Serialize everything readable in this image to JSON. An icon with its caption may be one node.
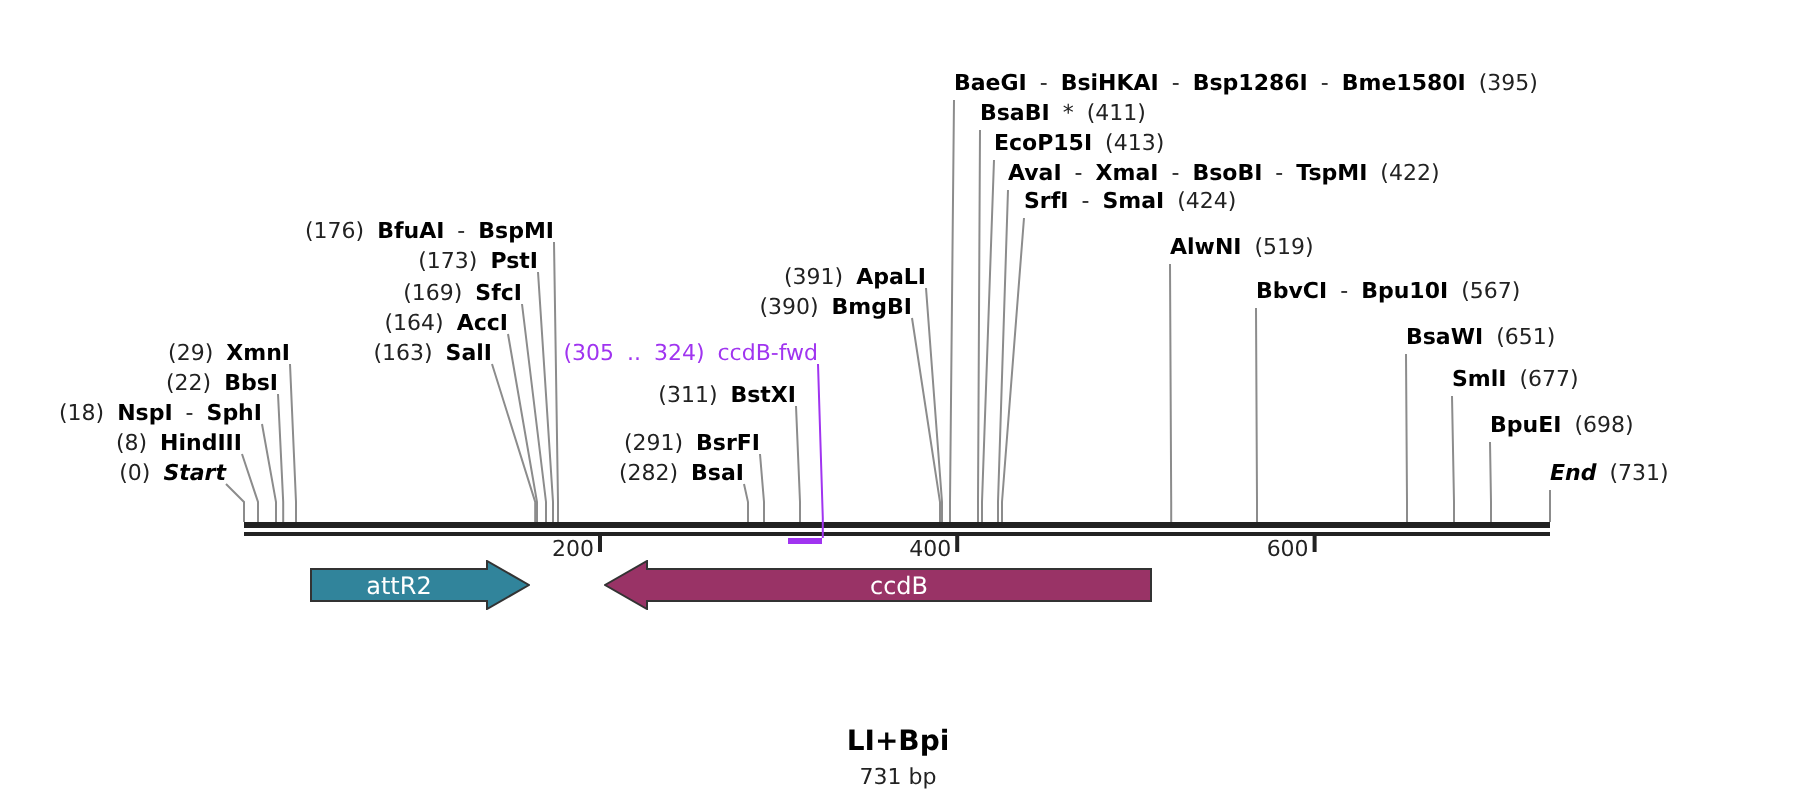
{
  "diagram": {
    "title": "LI+Bpi",
    "caption": "731 bp",
    "nodes": [
      {
        "text": [
          "(0) **Start**"
        ]
      },
      {
        "text": [
          "(8) **HindIII**"
        ]
      },
      {
        "text": [
          "(18) **NspI** - **SphI**"
        ]
      },
      {
        "text": [
          "(22) **BbsI**"
        ]
      },
      {
        "text": [
          "(29) **XmnI**"
        ]
      },
      {
        "text": [
          "(163) **SalI**"
        ]
      },
      {
        "text": [
          "(164) **AccI**"
        ]
      },
      {
        "text": [
          "(169) **SfcI**"
        ]
      },
      {
        "text": [
          "(173) **PstI**"
        ]
      },
      {
        "text": [
          "(176) **BfuAI** - **BspMI**"
        ]
      },
      {
        "text": [
          "(282) **BsaI**"
        ]
      },
      {
        "text": [
          "(291) **BsrFI**"
        ]
      },
      {
        "text": [
          "(305 .. 324) ccdB-fwd"
        ]
      },
      {
        "text": [
          "(311) **BstXI**"
        ]
      },
      {
        "text": [
          "(390) **BmgBI**"
        ]
      },
      {
        "text": [
          "(391) **ApaLI**"
        ]
      },
      {
        "text": [
          "**BaeGI** - **BsiHKAI** - **Bsp1286I** - **Bme1580I** (395)"
        ]
      },
      {
        "text": [
          "**BsaBI** * (411)"
        ]
      },
      {
        "text": [
          "**EcoP15I** (413)"
        ]
      },
      {
        "text": [
          "**AvaI** - **XmaI** - **BsoBI** - **TspMI** (422)"
        ]
      },
      {
        "text": [
          "**SrfI** - **SmaI** (424)"
        ]
      },
      {
        "text": [
          "**AlwNI** (519)"
        ]
      },
      {
        "text": [
          "**BbvCI** - **Bpu10I** (567)"
        ]
      },
      {
        "text": [
          "**BsaWI** (651)"
        ]
      },
      {
        "text": [
          "**SmlI** (677)"
        ]
      },
      {
        "text": [
          "**BpuEI** (698)"
        ]
      },
      {
        "text": [
          "**End** (731)"
        ]
      },
      {
        "text": [],
        "shape": "bar"
      },
      {
        "text": [],
        "shape": "bar"
      },
      {
        "text": [
          "attR2"
        ]
      },
      {
        "text": [
          "ccdB"
        ]
      }
    ],
    "edges": [
      {
        "from": 0,
        "to": 27,
        "arrow": "none"
      },
      {
        "from": 1,
        "to": 27,
        "arrow": "none"
      },
      {
        "from": 2,
        "to": 27,
        "arrow": "none"
      },
      {
        "from": 3,
        "to": 27,
        "arrow": "none"
      },
      {
        "from": 4,
        "to": 27,
        "arrow": "none"
      },
      {
        "from": 5,
        "to": 27,
        "arrow": "none"
      },
      {
        "from": 6,
        "to": 27,
        "arrow": "none"
      },
      {
        "from": 7,
        "to": 27,
        "arrow": "none"
      },
      {
        "from": 8,
        "to": 27,
        "arrow": "none"
      },
      {
        "from": 9,
        "to": 27,
        "arrow": "none"
      },
      {
        "from": 10,
        "to": 27,
        "arrow": "none"
      },
      {
        "from": 11,
        "to": 27,
        "arrow": "none"
      },
      {
        "from": 12,
        "to": 28,
        "arrow": "none",
        "color": "#a034f0"
      },
      {
        "from": 13,
        "to": 27,
        "arrow": "none"
      },
      {
        "from": 14,
        "to": 27,
        "arrow": "none"
      },
      {
        "from": 15,
        "to": 27,
        "arrow": "none"
      },
      {
        "from": 16,
        "to": 27,
        "arrow": "none"
      },
      {
        "from": 17,
        "to": 27,
        "arrow": "none"
      },
      {
        "from": 18,
        "to": 27,
        "arrow": "none"
      },
      {
        "from": 19,
        "to": 27,
        "arrow": "none"
      },
      {
        "from": 20,
        "to": 27,
        "arrow": "none"
      },
      {
        "from": 21,
        "to": 27,
        "arrow": "none"
      },
      {
        "from": 22,
        "to": 27,
        "arrow": "none"
      },
      {
        "from": 23,
        "to": 27,
        "arrow": "none"
      },
      {
        "from": 24,
        "to": 27,
        "arrow": "none"
      },
      {
        "from": 25,
        "to": 27,
        "arrow": "none"
      },
      {
        "from": 26,
        "to": 27,
        "arrow": "none"
      }
    ],
    "labels": [
      "200",
      "400",
      "600"
    ]
  }
}
